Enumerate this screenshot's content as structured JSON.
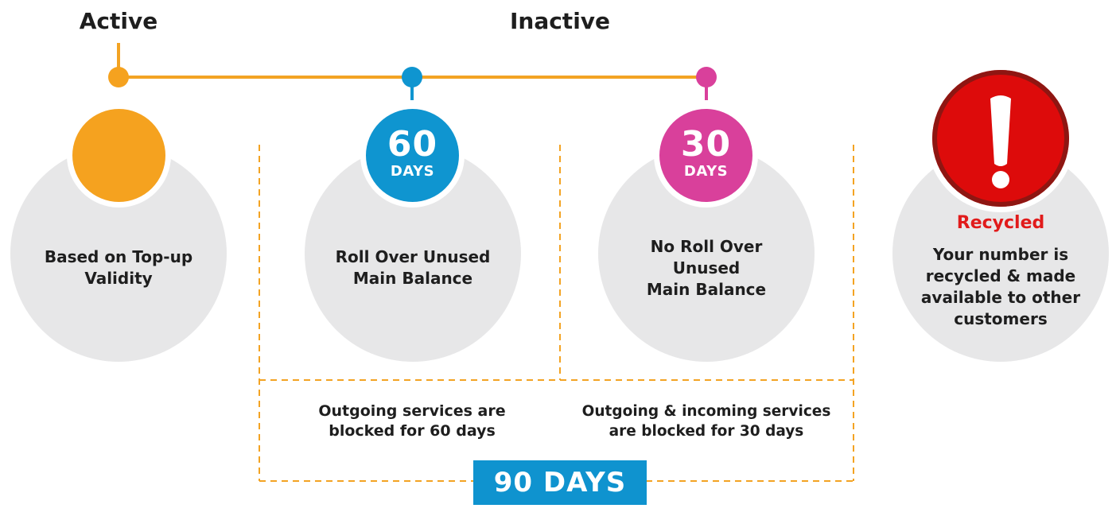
{
  "phases": {
    "active_label": "Active",
    "inactive_label": "Inactive"
  },
  "stages": [
    {
      "lines": [
        "Based on Top-up",
        "Validity"
      ]
    },
    {
      "badge_number": "60",
      "badge_unit": "DAYS",
      "lines": [
        "Roll Over Unused",
        "Main Balance"
      ]
    },
    {
      "badge_number": "30",
      "badge_unit": "DAYS",
      "lines": [
        "No Roll Over",
        "Unused",
        "Main Balance"
      ]
    },
    {
      "title": "Recycled",
      "lines": [
        "Your number is",
        "recycled & made",
        "available to other",
        "customers"
      ]
    }
  ],
  "notes": [
    {
      "lines": [
        "Outgoing services are",
        "blocked for 60 days"
      ]
    },
    {
      "lines": [
        "Outgoing & incoming services",
        "are blocked for 30 days"
      ]
    }
  ],
  "total": "90 DAYS",
  "colors": {
    "timeline": "#f3a323",
    "active": "#f5a21f",
    "days60": "#0f95d0",
    "days30": "#d9409b",
    "alert": "#dd0b0b",
    "alert_ring": "#8e1612",
    "circle_bg": "#e7e7e8",
    "total_box": "#0f93cf"
  },
  "icons": [
    "exclamation-icon"
  ]
}
